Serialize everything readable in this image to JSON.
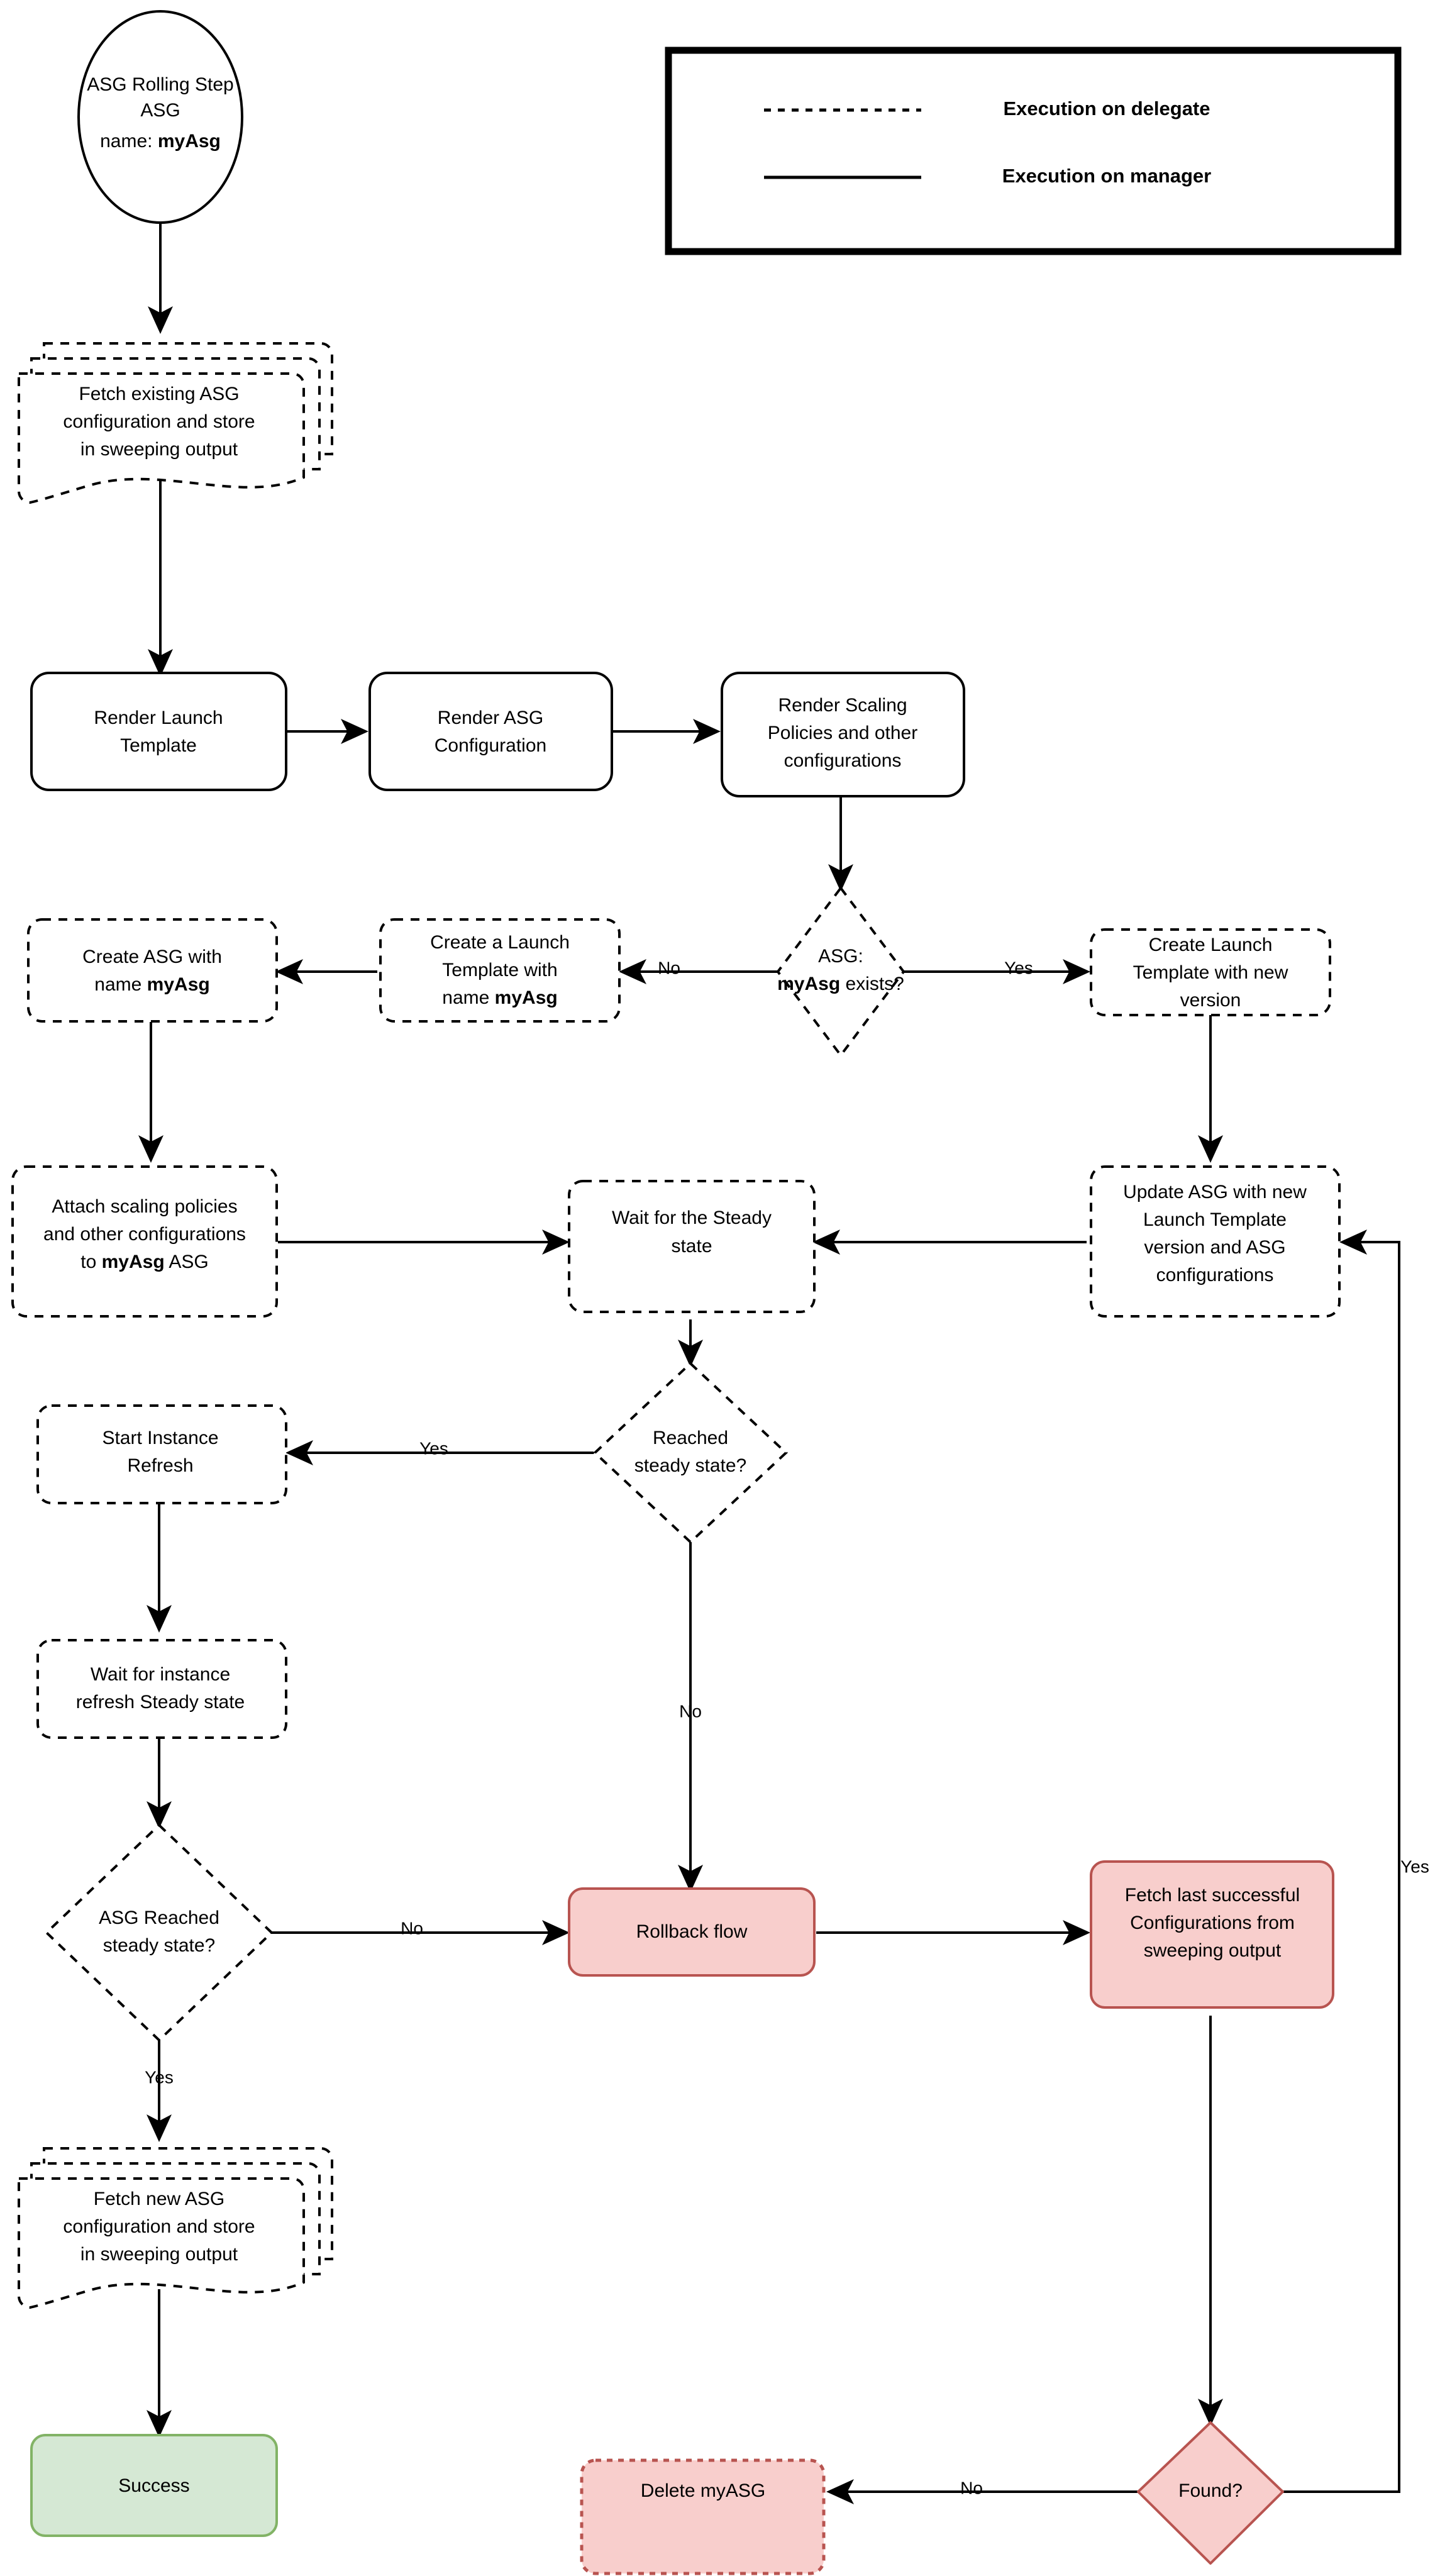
{
  "diagram": {
    "title": "ASG Rolling Step flowchart",
    "colors": {
      "pink_fill": "#f8cecc",
      "pink_stroke": "#b85450",
      "green_fill": "#d5e8d4",
      "green_stroke": "#82b366",
      "line": "#000000",
      "background": "#ffffff"
    }
  },
  "legend": {
    "items": [
      {
        "style": "dashed",
        "label": "Execution on delegate"
      },
      {
        "style": "solid",
        "label": "Execution on manager"
      }
    ]
  },
  "nodes": {
    "start": {
      "line1": "ASG Rolling Step",
      "line2": "ASG",
      "line3_prefix": "name: ",
      "line3_bold": "myAsg"
    },
    "fetch_existing": {
      "line1": "Fetch existing ASG",
      "line2": "configuration and store",
      "line3": "in sweeping output"
    },
    "render_launch_template": {
      "line1": "Render Launch",
      "line2": "Template"
    },
    "render_asg_config": {
      "line1": "Render ASG",
      "line2": "Configuration"
    },
    "render_scaling_policies": {
      "line1": "Render Scaling",
      "line2": "Policies and other",
      "line3": "configurations"
    },
    "asg_exists_decision": {
      "line1": "ASG:",
      "line2_bold": "myAsg",
      "line2_rest": " exists?"
    },
    "create_launch_template_new_version": {
      "line1": "Create Launch",
      "line2": "Template with new",
      "line3": "version"
    },
    "create_a_launch_template": {
      "line1": "Create a Launch",
      "line2": "Template with",
      "line3_prefix": "name ",
      "line3_bold": "myAsg"
    },
    "create_asg": {
      "line1": "Create ASG with",
      "line2_prefix": "name ",
      "line2_bold": "myAsg"
    },
    "attach_scaling_policies": {
      "line1": "Attach scaling policies",
      "line2": "and other configurations",
      "line3_prefix": "to ",
      "line3_bold": "myAsg",
      "line3_suffix": " ASG"
    },
    "wait_steady_state": {
      "line1": "Wait for the Steady",
      "line2": "state"
    },
    "update_asg": {
      "line1": "Update ASG with new",
      "line2": "Launch Template",
      "line3": "version and ASG",
      "line4": "configurations"
    },
    "reached_steady_state_decision": {
      "line1": "Reached",
      "line2": "steady state?"
    },
    "start_instance_refresh": {
      "line1": "Start Instance",
      "line2": "Refresh"
    },
    "wait_instance_refresh": {
      "line1": "Wait for instance",
      "line2": "refresh Steady state"
    },
    "asg_reached_steady_state_decision": {
      "line1": "ASG Reached",
      "line2": "steady state?"
    },
    "rollback_flow": {
      "line1": "Rollback flow"
    },
    "fetch_last_successful": {
      "line1": "Fetch last successful",
      "line2": "Configurations from",
      "line3": "sweeping output"
    },
    "fetch_new_asg_config": {
      "line1": "Fetch new ASG",
      "line2": "configuration and store",
      "line3": "in sweeping output"
    },
    "success": {
      "line1": "Success"
    },
    "delete_myasg": {
      "line1": "Delete myASG"
    },
    "found_decision": {
      "line1": "Found?"
    }
  },
  "edge_labels": {
    "asg_exists_no": "No",
    "asg_exists_yes": "Yes",
    "reached_steady_yes": "Yes",
    "reached_steady_no": "No",
    "asg_reached_no": "No",
    "asg_reached_yes": "Yes",
    "found_no": "No",
    "found_yes": "Yes"
  }
}
